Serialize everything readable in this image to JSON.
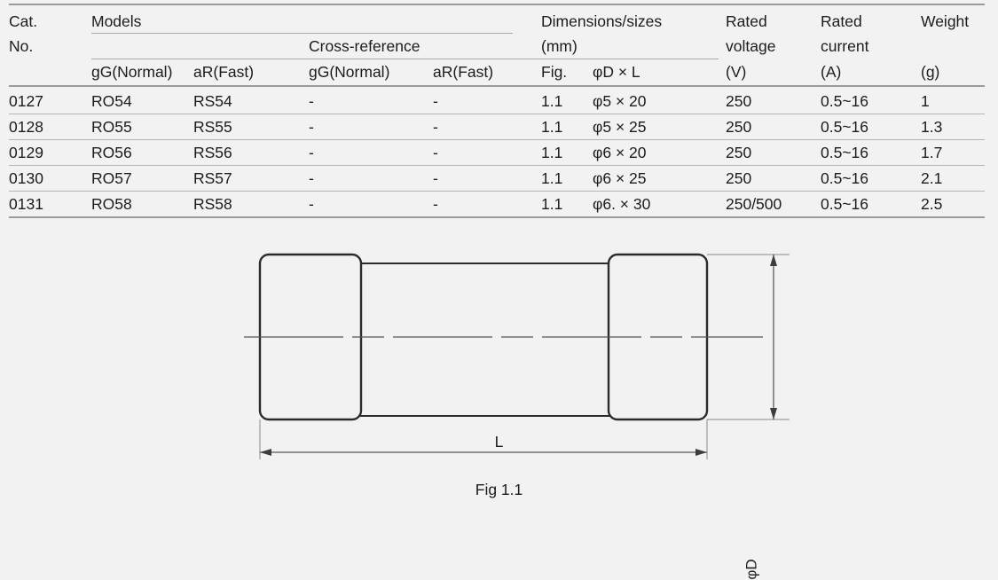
{
  "table": {
    "columns": {
      "cat_no": [
        "Cat.",
        "No."
      ],
      "models_group": "Models",
      "cross_reference_group": "Cross-reference",
      "models_gg": "gG(Normal)",
      "models_ar": "aR(Fast)",
      "xref_gg": "gG(Normal)",
      "xref_ar": "aR(Fast)",
      "dimensions_group": [
        "Dimensions/sizes",
        "(mm)"
      ],
      "fig": "Fig.",
      "phid_x_l": "φD × L",
      "rated_voltage": [
        "Rated",
        "voltage",
        "(V)"
      ],
      "rated_current": [
        "Rated",
        "current",
        "(A)"
      ],
      "weight": [
        "Weight",
        "",
        "(g)"
      ]
    },
    "rows": [
      {
        "cat_no": "0127",
        "models_gg": "RO54",
        "models_ar": "RS54",
        "xref_gg": "-",
        "xref_ar": "-",
        "fig": "1.1",
        "size": "φ5 × 20",
        "voltage": "250",
        "current": "0.5~16",
        "weight": "1"
      },
      {
        "cat_no": "0128",
        "models_gg": "RO55",
        "models_ar": "RS55",
        "xref_gg": "-",
        "xref_ar": "-",
        "fig": "1.1",
        "size": "φ5 × 25",
        "voltage": "250",
        "current": "0.5~16",
        "weight": "1.3"
      },
      {
        "cat_no": "0129",
        "models_gg": "RO56",
        "models_ar": "RS56",
        "xref_gg": "-",
        "xref_ar": "-",
        "fig": "1.1",
        "size": "φ6 × 20",
        "voltage": "250",
        "current": "0.5~16",
        "weight": "1.7"
      },
      {
        "cat_no": "0130",
        "models_gg": "RO57",
        "models_ar": "RS57",
        "xref_gg": "-",
        "xref_ar": "-",
        "fig": "1.1",
        "size": "φ6 × 25",
        "voltage": "250",
        "current": "0.5~16",
        "weight": "2.1"
      },
      {
        "cat_no": "0131",
        "models_gg": "RO58",
        "models_ar": "RS58",
        "xref_gg": "-",
        "xref_ar": "-",
        "fig": "1.1",
        "size": "φ6. × 30",
        "voltage": "250/500",
        "current": "0.5~16",
        "weight": "2.5"
      }
    ]
  },
  "figure": {
    "caption": "Fig 1.1",
    "length_label": "L",
    "diameter_label": "φD"
  },
  "colors": {
    "background": "#f2f2f2",
    "text": "#1c1c1c",
    "rule_strong": "#9a9a9a",
    "rule_light": "#b4b4b4",
    "drawing_stroke": "#2b2b2b",
    "dimension_stroke": "#6e6e6e"
  }
}
